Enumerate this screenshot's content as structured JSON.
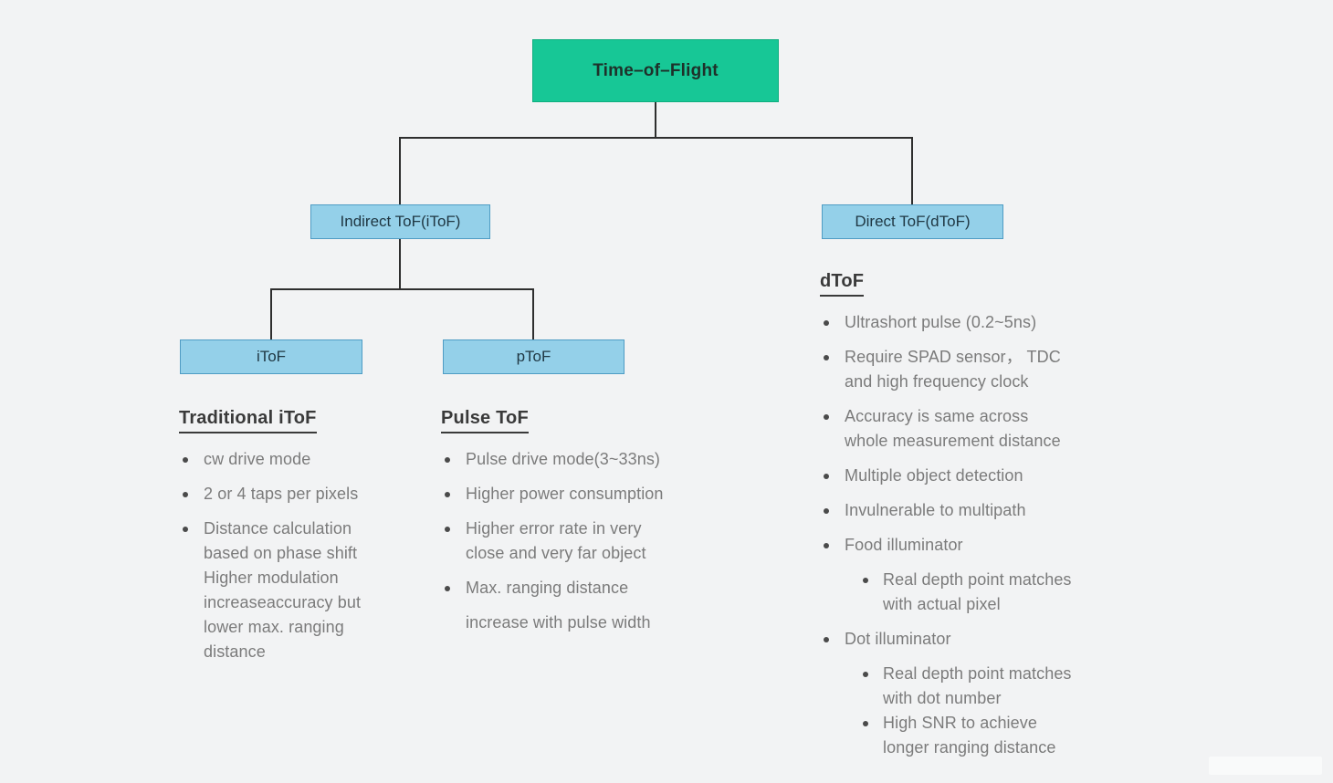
{
  "palette": {
    "background": "#f2f3f4",
    "root_fill": "#17c796",
    "root_border": "#10ae7f",
    "node_fill": "#94d0e9",
    "node_border": "#4f9cc4",
    "connector_line": "#2e2e2e",
    "heading_text": "#3a3a3a",
    "body_text": "#7b7b7b"
  },
  "tree": {
    "root": {
      "label": "Time–of–Flight"
    },
    "children": [
      {
        "label": "Indirect ToF(iToF)"
      },
      {
        "label": "Direct ToF(dToF)"
      }
    ],
    "grandchildren": [
      {
        "label": "iToF"
      },
      {
        "label": "pToF"
      }
    ]
  },
  "sections": {
    "traditional": {
      "heading": "Traditional iToF",
      "items": [
        "cw drive mode",
        "2 or 4 taps per pixels",
        "Distance calculation\nbased on phase shift\nHigher modulation\nincreaseaccuracy but\nlower max. ranging\ndistance"
      ]
    },
    "pulse": {
      "heading": "Pulse ToF",
      "items": [
        "Pulse drive mode(3~33ns)",
        "Higher power consumption",
        "Higher error rate in very\nclose and very far object",
        "Max. ranging distance"
      ],
      "continuation": "increase with pulse width"
    },
    "dtof": {
      "heading": "dToF",
      "items": [
        {
          "text": "Ultrashort pulse (0.2~5ns)",
          "level": 1
        },
        {
          "text": "Require SPAD sensor， TDC\nand high frequency clock",
          "level": 1
        },
        {
          "text": "Accuracy is same across\nwhole measurement distance",
          "level": 1
        },
        {
          "text": "Multiple object detection",
          "level": 1
        },
        {
          "text": "Invulnerable to multipath",
          "level": 1
        },
        {
          "text": "Food illuminator",
          "level": 1
        },
        {
          "text": "Real depth point matches\nwith actual pixel",
          "level": 2
        },
        {
          "text": "Dot illuminator",
          "level": 1
        },
        {
          "text": "Real depth point matches\nwith dot number",
          "level": 2
        },
        {
          "text": "High SNR to achieve\nlonger ranging distance",
          "level": 2
        }
      ]
    }
  }
}
